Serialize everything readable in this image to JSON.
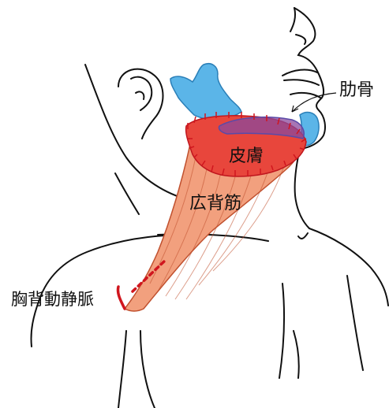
{
  "labels": {
    "rib": "肋骨",
    "skin": "皮膚",
    "latissimus": "広背筋",
    "thoracodorsal_vessels": "胸背動静脈"
  },
  "colors": {
    "line": "#111111",
    "bone": "#5bb5e8",
    "bone_dark": "#2a7fb8",
    "muscle": "#f2a07e",
    "muscle_stroke": "#c0502e",
    "skin_island": "#e8463c",
    "skin_dark": "#b02a4a",
    "suture": "#d0161e",
    "rib_overlay": "#5a4aa8",
    "vessel": "#d0161e"
  }
}
